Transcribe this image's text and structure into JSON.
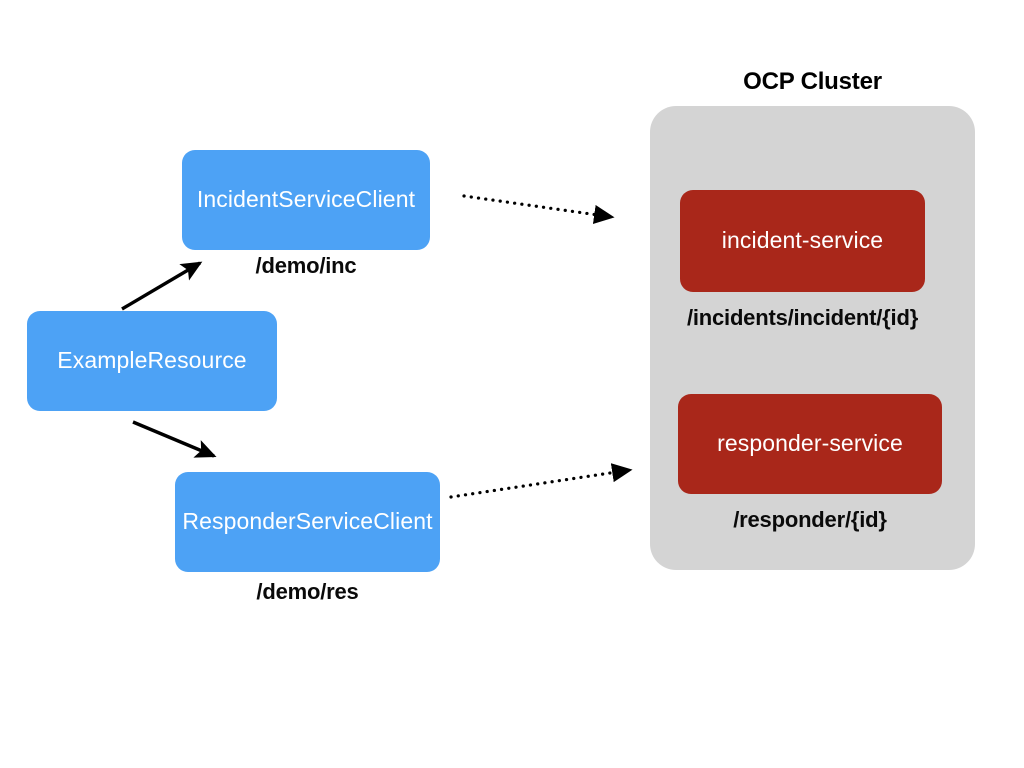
{
  "diagram": {
    "title": "OCP Cluster architecture diagram",
    "background": "#ffffff",
    "colors": {
      "client_box": "#4da2f5",
      "service_box": "#a9271a",
      "cluster_background": "#d4d4d4",
      "label_text": "#0a0a0a",
      "box_text": "#ffffff",
      "arrow": "#000000"
    }
  },
  "cluster": {
    "title": "OCP Cluster"
  },
  "nodes": {
    "example_resource": {
      "label": "ExampleResource"
    },
    "incident_client": {
      "label": "IncidentServiceClient",
      "path": "/demo/inc"
    },
    "responder_client": {
      "label": "ResponderServiceClient",
      "path": "/demo/res"
    },
    "incident_service": {
      "label": "incident-service",
      "path": "/incidents/incident/{id}"
    },
    "responder_service": {
      "label": "responder-service",
      "path": "/responder/{id}"
    }
  },
  "connections": [
    {
      "name": "example-resource-to-incident-client",
      "style": "solid",
      "from": "ExampleResource",
      "to": "IncidentServiceClient"
    },
    {
      "name": "example-resource-to-responder-client",
      "style": "solid",
      "from": "ExampleResource",
      "to": "ResponderServiceClient"
    },
    {
      "name": "incident-client-to-incident-service",
      "style": "dotted",
      "from": "IncidentServiceClient",
      "to": "incident-service"
    },
    {
      "name": "responder-client-to-responder-service",
      "style": "dotted",
      "from": "ResponderServiceClient",
      "to": "responder-service"
    }
  ]
}
